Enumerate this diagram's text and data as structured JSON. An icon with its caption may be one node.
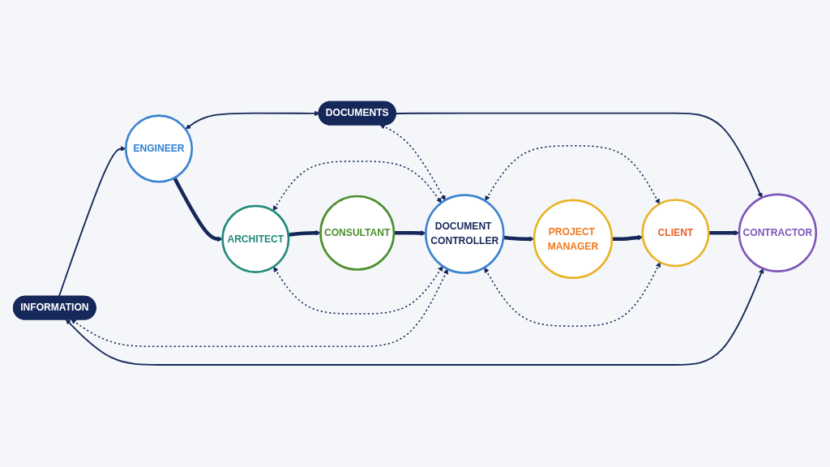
{
  "diagram": {
    "nodes": [
      {
        "text": [
          "DOCUMENTS"
        ]
      },
      {
        "text": [
          "ENGINEER"
        ]
      },
      {
        "text": [
          "ARCHITECT"
        ]
      },
      {
        "text": [
          "CONSULTANT"
        ]
      },
      {
        "text": [
          "DOCUMENT CONTROLLER"
        ]
      },
      {
        "text": [
          "PROJECT MANAGER"
        ]
      },
      {
        "text": [
          "CLIENT"
        ]
      },
      {
        "text": [
          "CONTRACTOR"
        ]
      },
      {
        "text": [
          "INFORMATION"
        ]
      }
    ],
    "edges": [
      {
        "from": 1,
        "to": 0,
        "arrow": "both"
      },
      {
        "from": 0,
        "to": 7,
        "arrow": "to"
      },
      {
        "from": 0,
        "to": 4,
        "arrow": "both",
        "style": "dashed"
      },
      {
        "from": 2,
        "to": 4,
        "arrow": "both",
        "style": "dashed"
      },
      {
        "from": 4,
        "to": 6,
        "arrow": "both",
        "style": "dashed"
      },
      {
        "from": 1,
        "to": 2,
        "arrow": "to",
        "style": "thick"
      },
      {
        "from": 2,
        "to": 3,
        "arrow": "to",
        "style": "thick"
      },
      {
        "from": 3,
        "to": 4,
        "arrow": "to",
        "style": "thick"
      },
      {
        "from": 4,
        "to": 5,
        "arrow": "to",
        "style": "thick"
      },
      {
        "from": 5,
        "to": 6,
        "arrow": "to",
        "style": "thick"
      },
      {
        "from": 6,
        "to": 7,
        "arrow": "to",
        "style": "thick"
      },
      {
        "from": 2,
        "to": 4,
        "arrow": "both",
        "style": "dashed"
      },
      {
        "from": 4,
        "to": 6,
        "arrow": "both",
        "style": "dashed"
      },
      {
        "from": 8,
        "to": 4,
        "arrow": "both",
        "style": "dashed"
      },
      {
        "from": 8,
        "to": 1,
        "arrow": "to"
      },
      {
        "from": 8,
        "to": 7,
        "arrow": "both"
      }
    ]
  }
}
